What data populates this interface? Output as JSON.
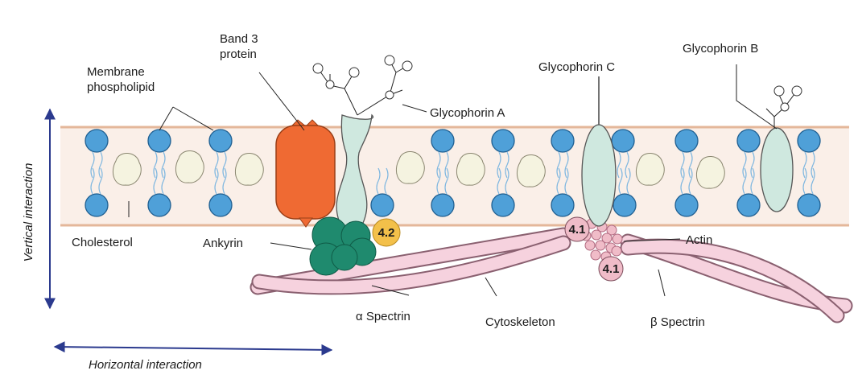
{
  "labels": {
    "band3": [
      "Band 3",
      "protein"
    ],
    "membrane_phospholipid": [
      "Membrane",
      "phospholipid"
    ],
    "glycophorin_a": "Glycophorin A",
    "glycophorin_b": "Glycophorin B",
    "glycophorin_c": "Glycophorin C",
    "cholesterol": "Cholesterol",
    "ankyrin": "Ankyrin",
    "actin": "Actin",
    "alpha_spectrin": "α Spectrin",
    "cytoskeleton": "Cytoskeleton",
    "beta_spectrin": "β Spectrin",
    "vertical_interaction": "Vertical interaction",
    "horizontal_interaction": "Horizontal interaction"
  },
  "badges": {
    "protein_4_2": "4.2",
    "protein_4_1_top": "4.1",
    "protein_4_1_bottom": "4.1"
  },
  "colors": {
    "page_background": "#ffffff",
    "lipid_head": "#4fa0d8",
    "lipid_band": "#f2d2be",
    "cholesterol": "#f5f3e0",
    "band3": "#ef6a33",
    "glycophorin": "#cfe8df",
    "ankyrin": "#1f8a6e",
    "protein_4_2": "#f3c04a",
    "spectrin": "#f6d2de",
    "actin": "#f0bcc8",
    "arrow": "#2b3a8e"
  }
}
